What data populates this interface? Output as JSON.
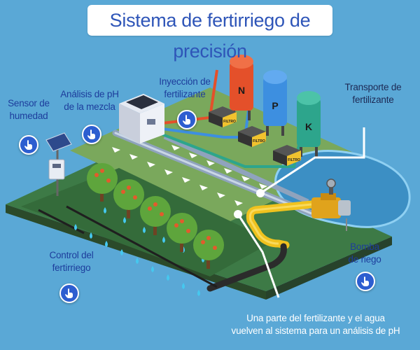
{
  "title": "Sistema de fertirriego de precisión",
  "labels": {
    "sensor": [
      "Sensor de",
      "humedad"
    ],
    "ph": [
      "Análisis de pH",
      "de la mezcla"
    ],
    "inyeccion": [
      "Inyección de",
      "fertilizante"
    ],
    "transporte": [
      "Transporte de",
      "fertilizante"
    ],
    "control": [
      "Control del",
      "fertirriego"
    ],
    "bomba": [
      "Bomba",
      "de riego"
    ],
    "retorno": [
      "Una parte del fertilizante y el agua",
      "vuelven al sistema para un análisis de pH"
    ]
  },
  "tanks": {
    "n": "N",
    "p": "P",
    "k": "K"
  },
  "filter_label": "FILTRO",
  "colors": {
    "background": "#5aa8d6",
    "title_text": "#2e55b8",
    "hotspot": "#2d5ed0",
    "tank_n": "#e4502a",
    "tank_p": "#3d8fe0",
    "tank_k": "#2da58c",
    "field_dark": "#3a6e3e",
    "field_light": "#6a9a4e"
  },
  "icons": [
    "hand-pointer-icon"
  ]
}
